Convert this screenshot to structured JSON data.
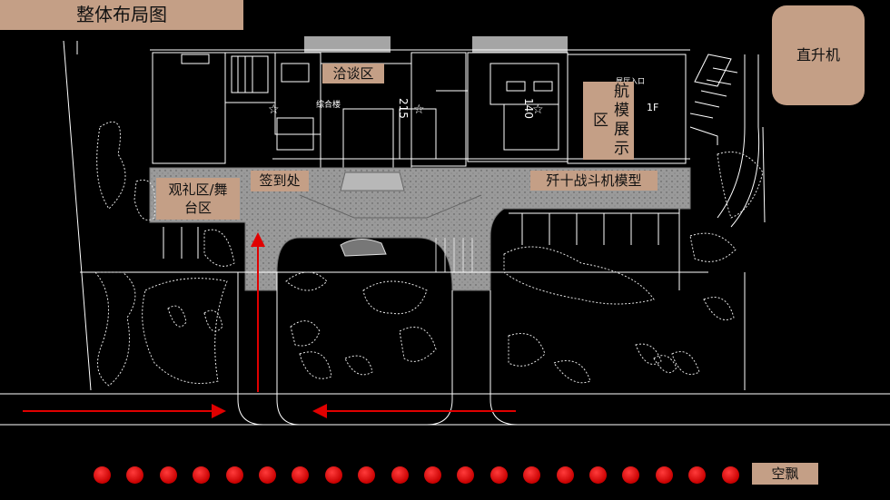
{
  "page": {
    "title": "整体布局图",
    "helicopter_label": "直升机",
    "legend_label": "空飘",
    "legend_dot_count": 20
  },
  "zones": {
    "negotiation": "洽谈区",
    "aero_model": "航模展示区",
    "ceremony": "观礼区/舞台区",
    "signin": "签到处",
    "jet_model": "歼十战斗机模型"
  },
  "plan_text": {
    "room_a": "综合楼",
    "room_b": "215",
    "room_c": "140",
    "room_d": "展厅入口",
    "floor": "1F"
  },
  "colors": {
    "tag": "#c49f86",
    "plaza": "#9a9a9a",
    "arrow": "#e00000",
    "legend_dot": "#d00000",
    "lines": "#ffffff"
  }
}
